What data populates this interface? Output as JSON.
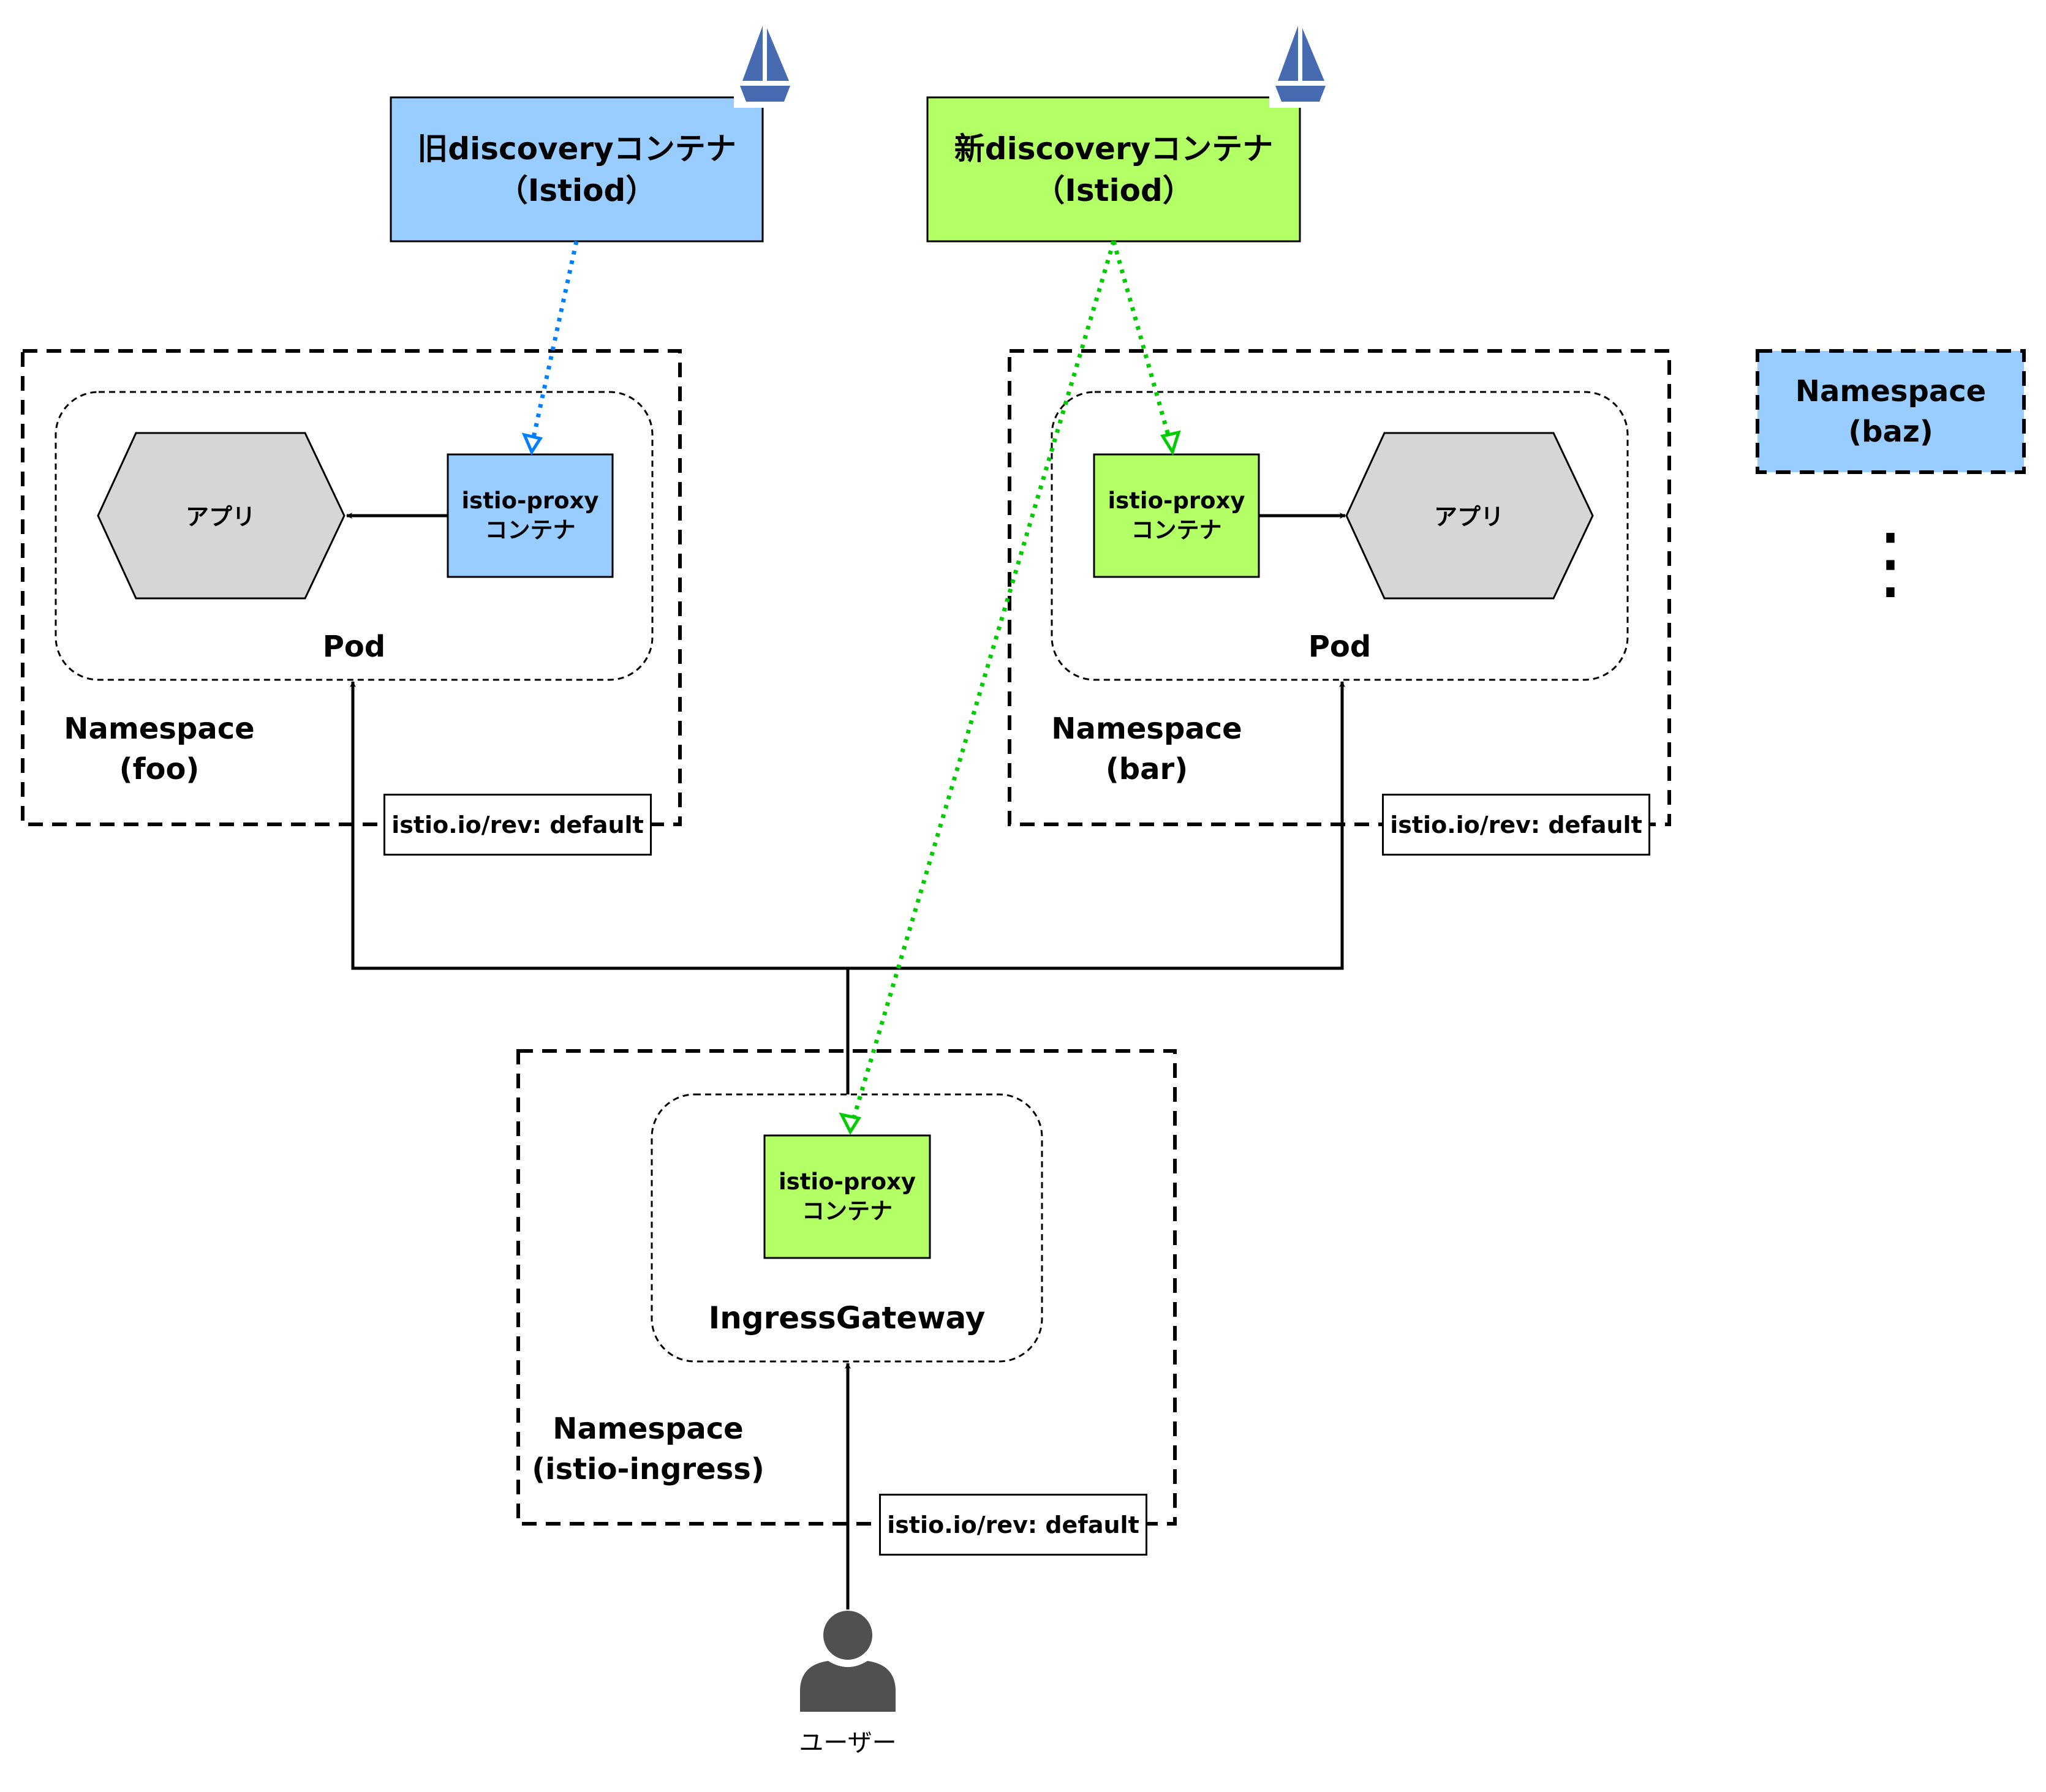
{
  "istiod_old": {
    "line1": "旧discoveryコンテナ",
    "line2": "（Istiod）",
    "color": "#99CCFF"
  },
  "istiod_new": {
    "line1": "新discoveryコンテナ",
    "line2": "（Istiod）",
    "color": "#B3FF66"
  },
  "ns_foo": {
    "line1": "Namespace",
    "line2": "(foo)",
    "pod_label": "Pod",
    "app_label": "アプリ",
    "proxy_line1": "istio-proxy",
    "proxy_line2": "コンテナ",
    "rev_label": "istio.io/rev: default"
  },
  "ns_bar": {
    "line1": "Namespace",
    "line2": "(bar)",
    "pod_label": "Pod",
    "app_label": "アプリ",
    "proxy_line1": "istio-proxy",
    "proxy_line2": "コンテナ",
    "rev_label": "istio.io/rev: default"
  },
  "ns_baz": {
    "line1": "Namespace",
    "line2": "(baz)",
    "ellipsis": "⋮"
  },
  "ns_ingress": {
    "line1": "Namespace",
    "line2": "(istio-ingress)",
    "gateway_label": "IngressGateway",
    "proxy_line1": "istio-proxy",
    "proxy_line2": "コンテナ",
    "rev_label": "istio.io/rev: default"
  },
  "user": {
    "label": "ユーザー"
  },
  "colors": {
    "old_link": "#007FFF",
    "new_link": "#00CC00",
    "app_fill": "#D6D6D6",
    "user_fill": "#505050"
  }
}
